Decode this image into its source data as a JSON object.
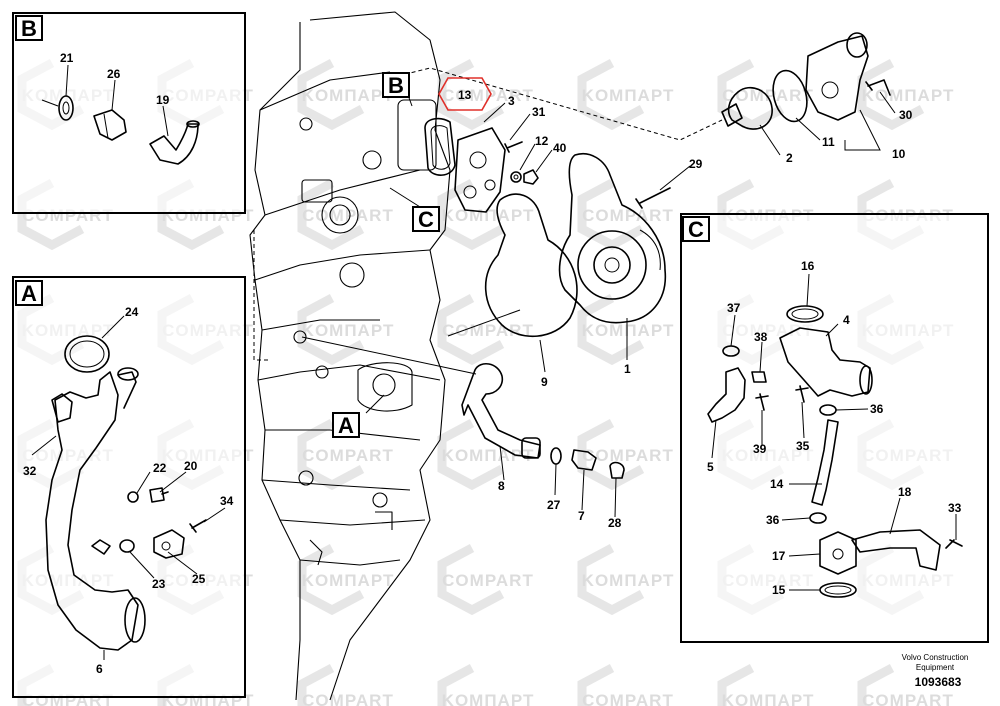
{
  "watermark": {
    "text": "KOMПАРТ",
    "alt_text": "COMPART"
  },
  "panels": {
    "A": {
      "label": "A"
    },
    "B": {
      "label": "B"
    },
    "C": {
      "label": "C"
    }
  },
  "main_refs": {
    "A": "A",
    "B": "B",
    "C": "C"
  },
  "callouts": {
    "main": [
      "13",
      "3",
      "31",
      "12",
      "40",
      "29",
      "2",
      "11",
      "10",
      "30",
      "1",
      "9",
      "8",
      "27",
      "7",
      "28"
    ],
    "panel_a": [
      "24",
      "32",
      "22",
      "20",
      "34",
      "23",
      "25",
      "6"
    ],
    "panel_b": [
      "21",
      "26",
      "19"
    ],
    "panel_c": [
      "16",
      "37",
      "4",
      "38",
      "36",
      "5",
      "39",
      "35",
      "14",
      "18",
      "33",
      "36",
      "17",
      "15"
    ]
  },
  "footer": {
    "brand": "Volvo Construction",
    "sub": "Equipment",
    "number": "1093683"
  },
  "highlight_color": "#e0302a"
}
